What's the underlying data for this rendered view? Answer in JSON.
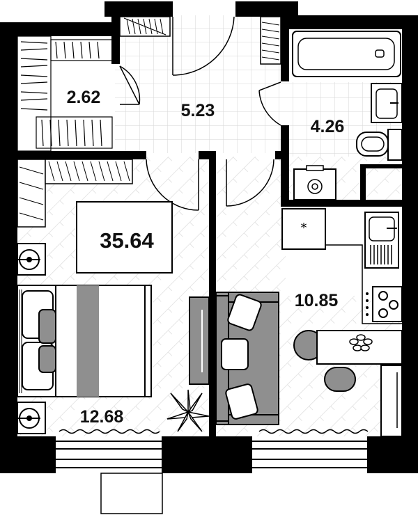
{
  "plan": {
    "total_area": "35.64",
    "rooms": [
      {
        "id": "wardrobe",
        "area": "2.62"
      },
      {
        "id": "hallway",
        "area": "5.23"
      },
      {
        "id": "bathroom",
        "area": "4.26"
      },
      {
        "id": "bedroom",
        "area": "12.68"
      },
      {
        "id": "kitchen-living",
        "area": "10.85"
      }
    ],
    "colors": {
      "wall": "#000000",
      "furniture_gray": "#8f8f8f",
      "tile_grid": "#d8d8d8",
      "floor_hatch": "#dcdcdc"
    }
  }
}
